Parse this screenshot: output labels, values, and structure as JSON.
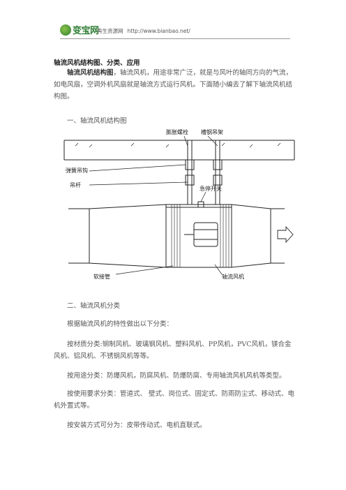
{
  "header": {
    "logo_text": "变宝网",
    "site_name": "再生资源网",
    "url": "http://www.bianbao.net/"
  },
  "article": {
    "title": "轴流风机结构图、分类、应用",
    "intro_bold": "轴流风机结构图",
    "intro_rest": "，轴流风机，用途非常广泛，就是与风叶的轴同方向的气流，如电风扇，空调外机风扇就是轴流方式运行风机。下面随小编去了解下轴流风机结构图。",
    "section1": "一、轴流风机结构图",
    "section2": "二、轴流风机分类",
    "lead": "根据轴流风机的特性做出以下分类：",
    "by_material": "按材质分类:钢制风机、玻璃钢风机、塑料风机、PP风机，PVC风机，镁合金风机、铝风机、不锈钢风机等等。",
    "by_use": "按用途分类：防爆风机，防腐风机、防爆防腐、专用轴流风机风机等类型。",
    "by_requirement": "按使用要求分类：管道式、 壁式、岗位式、固定式、防雨防尘式、移动式、电机外置式等。",
    "by_install": "按安装方式可分为：皮带传动式、电机直联式。"
  },
  "figure": {
    "labels": {
      "expansion_bolt": "膨胀螺栓",
      "channel_hanger": "槽钢吊架",
      "spring_hook": "弹簧吊钩",
      "hanger_rod": "吊杆",
      "emergency_switch": "急停开关",
      "soft_connector": "软接管",
      "axial_fan": "轴流风机"
    }
  }
}
